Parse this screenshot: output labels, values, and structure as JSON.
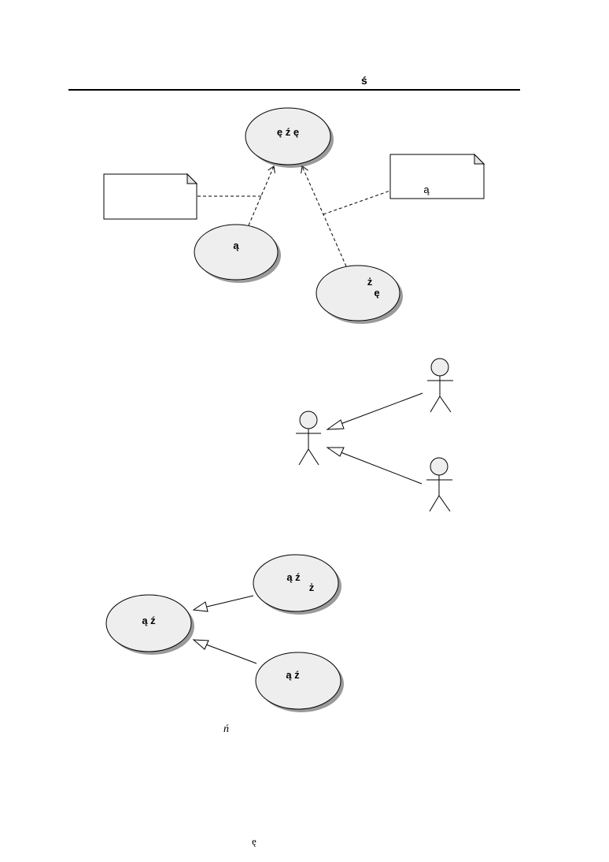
{
  "header": {
    "text": "ś"
  },
  "diagram1": {
    "base_usecase": {
      "line1": "ę ź ę"
    },
    "note_left": {
      "text": ""
    },
    "note_right": {
      "text": "ą"
    },
    "usecase_a": {
      "text": "ą"
    },
    "usecase_b": {
      "line1": "ż",
      "line2": "ę"
    }
  },
  "diagram2": {
    "actors": [
      "",
      "",
      ""
    ]
  },
  "diagram3": {
    "usecase_base": {
      "text": "ą ź"
    },
    "usecase_top": {
      "line1": "ą ź",
      "line2": "ż"
    },
    "usecase_bottom": {
      "text": "ą ź"
    }
  },
  "caption": {
    "text": "ń"
  },
  "footer": {
    "page": "ę"
  },
  "colors": {
    "ellipse_fill": "#eeeeee",
    "shadow": "#9a9a9a",
    "note_fold": "#e6e6e6",
    "stroke": "#000000"
  }
}
